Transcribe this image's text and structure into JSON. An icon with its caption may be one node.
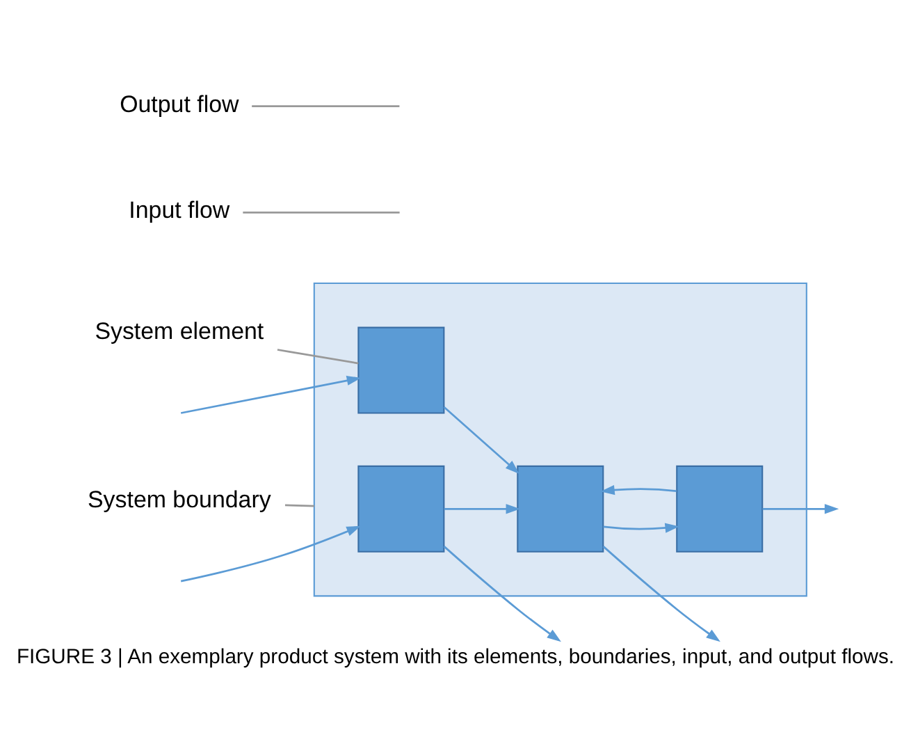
{
  "diagram": {
    "caption": "FIGURE 3 | An exemplary product system with its elements, boundaries, input, and output flows.",
    "nodes": [
      {
        "text": [],
        "shape": "box"
      },
      {
        "text": [],
        "shape": "box",
        "in": 0
      },
      {
        "text": [],
        "shape": "box",
        "in": 0
      },
      {
        "text": [],
        "shape": "box",
        "in": 0
      },
      {
        "text": [],
        "shape": "box",
        "in": 0
      },
      {
        "text": [
          "Input flow"
        ]
      },
      {
        "text": [
          "System element"
        ]
      },
      {
        "text": [
          "System boundary"
        ]
      },
      {
        "text": [
          "Output flow"
        ]
      }
    ],
    "edges": [
      {
        "from": null,
        "to": 1,
        "arrow": "to"
      },
      {
        "from": null,
        "to": 2,
        "arrow": "to"
      },
      {
        "from": 1,
        "to": null,
        "arrow": "to"
      },
      {
        "from": 1,
        "to": 3,
        "arrow": "to"
      },
      {
        "from": 2,
        "to": 3,
        "arrow": "to"
      },
      {
        "from": 3,
        "to": 4,
        "arrow": "to"
      },
      {
        "from": 4,
        "to": 3,
        "arrow": "to"
      },
      {
        "from": 3,
        "to": null,
        "arrow": "to"
      },
      {
        "from": 4,
        "to": null,
        "arrow": "to"
      },
      {
        "from": 5,
        "to": null,
        "arrow": "none",
        "color": "#999999"
      },
      {
        "from": 6,
        "to": 2,
        "arrow": "none",
        "color": "#999999"
      },
      {
        "from": 7,
        "to": 0,
        "arrow": "none",
        "color": "#999999"
      },
      {
        "from": 8,
        "to": null,
        "arrow": "none",
        "color": "#999999"
      }
    ]
  }
}
